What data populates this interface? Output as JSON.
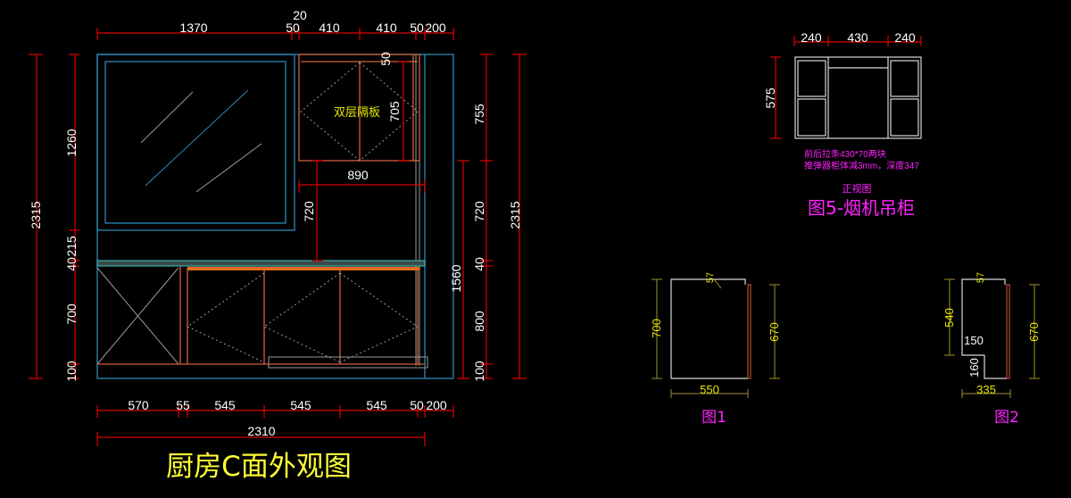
{
  "main_view": {
    "title": "厨房C面外观图",
    "shelf_label": "双层隔板",
    "top_dims": [
      "1370",
      "50",
      "20",
      "410",
      "410",
      "50",
      "200"
    ],
    "bottom_dims": [
      "570",
      "55",
      "545",
      "545",
      "545",
      "50",
      "200"
    ],
    "total_width": "2310",
    "left_total": "2315",
    "left_dims": [
      "1260",
      "215",
      "40",
      "700",
      "100"
    ],
    "right_total": "2315",
    "right_dims": [
      "755",
      "720",
      "40",
      "800",
      "100"
    ],
    "right_inner": "1560",
    "inner_dims": {
      "width_890": "890",
      "height_720": "720",
      "height_705": "705",
      "top_50": "50"
    }
  },
  "fig5": {
    "dims": [
      "240",
      "430",
      "240"
    ],
    "height": "575",
    "note_1": "前后拉条430*70两块",
    "note_2": "推弹器柜体减3mm，深度347",
    "view_label": "正视图",
    "title": "图5-烟机吊柜"
  },
  "fig1": {
    "height": "700",
    "side": "670",
    "width": "550",
    "notch": "57",
    "title": "图1"
  },
  "fig2": {
    "height": "540",
    "side": "670",
    "width": "335",
    "notch": "57",
    "step_w": "150",
    "step_h": "160",
    "title": "图2"
  }
}
